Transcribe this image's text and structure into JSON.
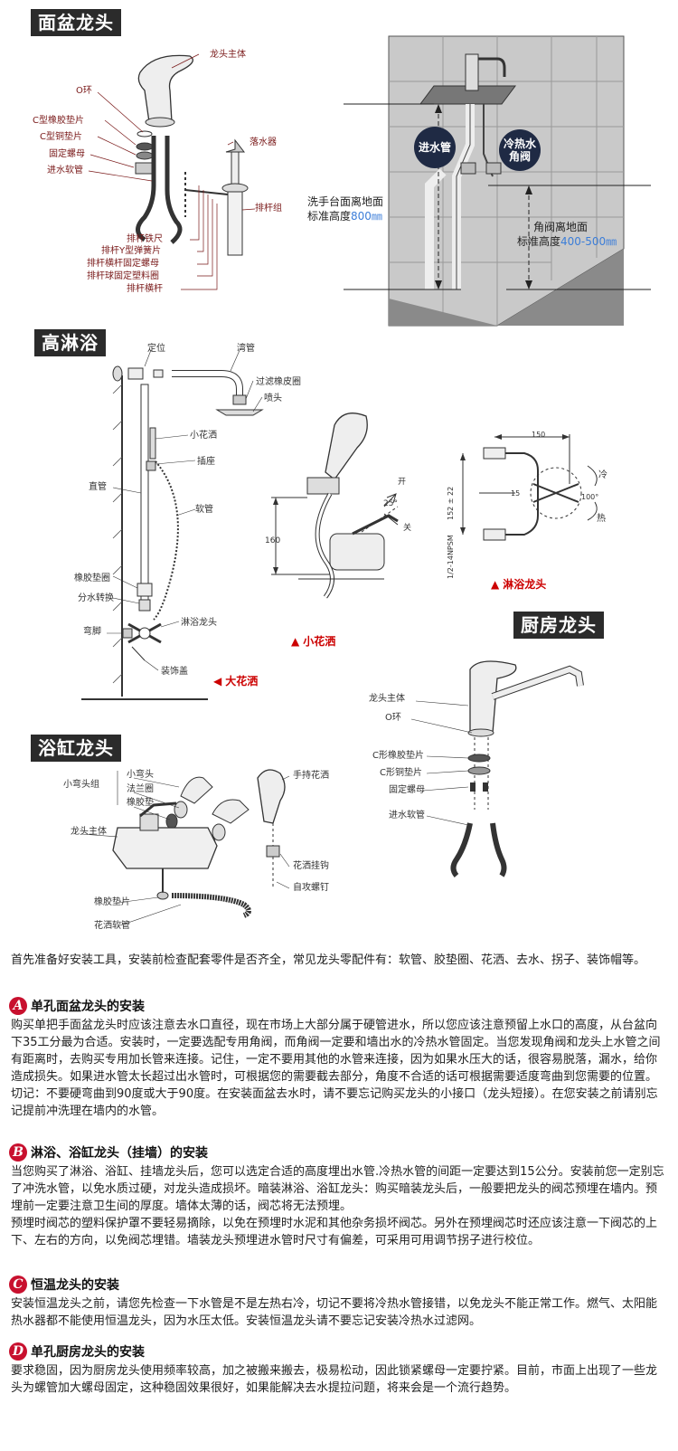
{
  "sections": {
    "basin": "面盆龙头",
    "shower": "高淋浴",
    "kitchen": "厨房龙头",
    "bathtub": "浴缸龙头"
  },
  "basin_labels": {
    "body": "龙头主体",
    "o_ring": "O环",
    "c_rubber": "C型橡胶垫片",
    "c_copper": "C型铜垫片",
    "nut": "固定螺母",
    "hose": "进水软管",
    "drain": "落水器",
    "rod_group": "排杆组",
    "rod_iron": "排杆铁尺",
    "rod_spring": "排杆Y型弹簧片",
    "rod_nut": "排杆横杆固定螺母",
    "rod_ring": "排杆球固定塑料圈",
    "rod_bar": "排杆横杆"
  },
  "wall": {
    "inlet": "进水管",
    "valve_l1": "冷热水",
    "valve_l2": "角阀",
    "h1_l1": "洗手台面离地面",
    "h1_l2": "标准高度",
    "h1_val": "800㎜",
    "h2_l1": "角阀离地面",
    "h2_l2": "标准高度",
    "h2_val": "400-500㎜"
  },
  "shower_labels": {
    "position": "定位",
    "elbow": "湾管",
    "filter": "过滤橡皮圈",
    "nozzle": "喷头",
    "small_shower": "小花洒",
    "seat": "插座",
    "pipe": "直管",
    "hose": "软管",
    "rubber_ring": "橡胶垫圈",
    "diverter": "分水转换",
    "shower_tap": "淋浴龙头",
    "bend_foot": "弯脚",
    "cap": "装饰盖",
    "open": "开",
    "close": "关",
    "angle": "25°",
    "height160": "160",
    "d150": "150",
    "d15": "15",
    "d152": "152 ± 22",
    "d_thread": "1/2-14NPSM",
    "cold": "冷",
    "hot": "热",
    "angle100": "100°"
  },
  "captions": {
    "small_shower": "小花洒",
    "shower_tap": "淋浴龙头",
    "big_shower": "大花洒"
  },
  "kitchen_labels": {
    "body": "龙头主体",
    "o_ring": "O环",
    "c_rubber": "C形橡胶垫片",
    "c_copper": "C形铜垫片",
    "nut": "固定螺母",
    "hose": "进水软管"
  },
  "bathtub_labels": {
    "small_elbow": "小弯头",
    "flange": "法兰圈",
    "rubber": "橡胶垫",
    "group": "小弯头组",
    "body": "龙头主体",
    "hand_shower": "手持花洒",
    "hook": "花洒挂钩",
    "screw": "自攻螺钉",
    "gasket": "橡胶垫片",
    "hose": "花洒软管"
  },
  "text": {
    "intro": "首先准备好安装工具，安装前检查配套零件是否齐全，常见龙头零配件有：软管、胶垫圈、花洒、去水、拐子、装饰帽等。",
    "a_badge": "A",
    "a_title": "单孔面盆龙头的安装",
    "a_body": "购买单把手面盆龙头时应该注意去水口直径，现在市场上大部分属于硬管进水，所以您应该注意预留上水口的高度，从台盆向下35工分最为合适。安装时，一定要选配专用角阀，而角阀一定要和墙出水的冷热水管固定。当您发现角阀和龙头上水管之间有距离时，去购买专用加长管来连接。记住，一定不要用其他的水管来连接，因为如果水压大的话，很容易脱落，漏水，给你造成损失。如果进水管太长超过出水管时，可根据您的需要截去部分，角度不合适的话可根据需要适度弯曲到您需要的位置。切记：不要硬弯曲到90度或大于90度。在安装面盆去水时，请不要忘记购买龙头的小接口（龙头短接）。在您安装之前请别忘记提前冲洗理在墙内的水管。",
    "b_badge": "B",
    "b_title": "淋浴、浴缸龙头（挂墙）的安装",
    "b_body1": "当您购买了淋浴、浴缸、挂墙龙头后，您可以选定合适的高度埋出水管.冷热水管的间距一定要达到15公分。安装前您一定别忘了冲洗水管，以免水质过硬，对龙头造成损坏。暗装淋浴、浴缸龙头：购买暗装龙头后，一般要把龙头的阀芯预埋在墙内。预埋前一定要注意卫生间的厚度。墙体太薄的话，阀芯将无法预埋。",
    "b_body2": "预埋时阀芯的塑料保护罩不要轻易摘除，以免在预埋时水泥和其他杂务损坏阀芯。另外在预埋阀芯时还应该注意一下阀芯的上下、左右的方向，以免阀芯埋错。墙装龙头预埋进水管时尺寸有偏差，可采用可用调节拐子进行校位。",
    "c_badge": "C",
    "c_title": "恒温龙头的安装",
    "c_body": "安装恒温龙头之前，请您先检查一下水管是不是左热右冷，切记不要将冷热水管接错，以免龙头不能正常工作。燃气、太阳能热水器都不能使用恒温龙头，因为水压太低。安装恒温龙头请不要忘记安装冷热水过滤网。",
    "d_badge": "D",
    "d_title": "单孔厨房龙头的安装",
    "d_body": "要求稳固，因为厨房龙头使用频率较高，加之被搬来搬去，极易松动，因此锁紧螺母一定要拧紧。目前，市面上出现了一些龙头为螺管加大螺母固定，这种稳固效果很好，如果能解决去水提拉问题，将来会是一个流行趋势。"
  }
}
